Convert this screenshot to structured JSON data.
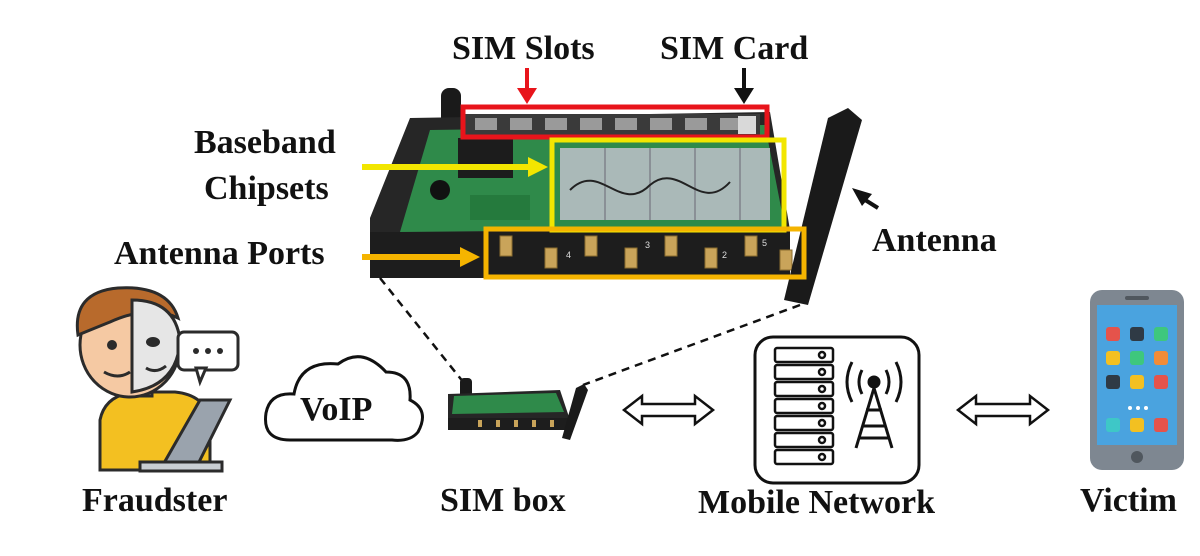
{
  "labels": {
    "sim_slots": "SIM Slots",
    "sim_card": "SIM Card",
    "baseband_line1": "Baseband",
    "baseband_line2": "Chipsets",
    "antenna_ports": "Antenna Ports",
    "antenna": "Antenna",
    "voip": "VoIP",
    "fraudster": "Fraudster",
    "sim_box": "SIM box",
    "mobile_network": "Mobile Network",
    "victim": "Victim"
  },
  "port_numbers": [
    "4",
    "3",
    "2",
    "5"
  ],
  "colors": {
    "sim_slots_box": "#e8141b",
    "baseband_box": "#f2e600",
    "antenna_ports_box": "#f5b400",
    "board_green": "#2f8a4a",
    "device_black": "#1a1a1a",
    "shirt_yellow": "#f3c021",
    "phone_screen": "#4aa3df"
  },
  "icons": [
    "fraudster-icon",
    "speech-bubble-icon",
    "cloud-icon",
    "sim-box-icon",
    "server-rack-icon",
    "cell-tower-icon",
    "smartphone-icon",
    "double-arrow-icon"
  ]
}
